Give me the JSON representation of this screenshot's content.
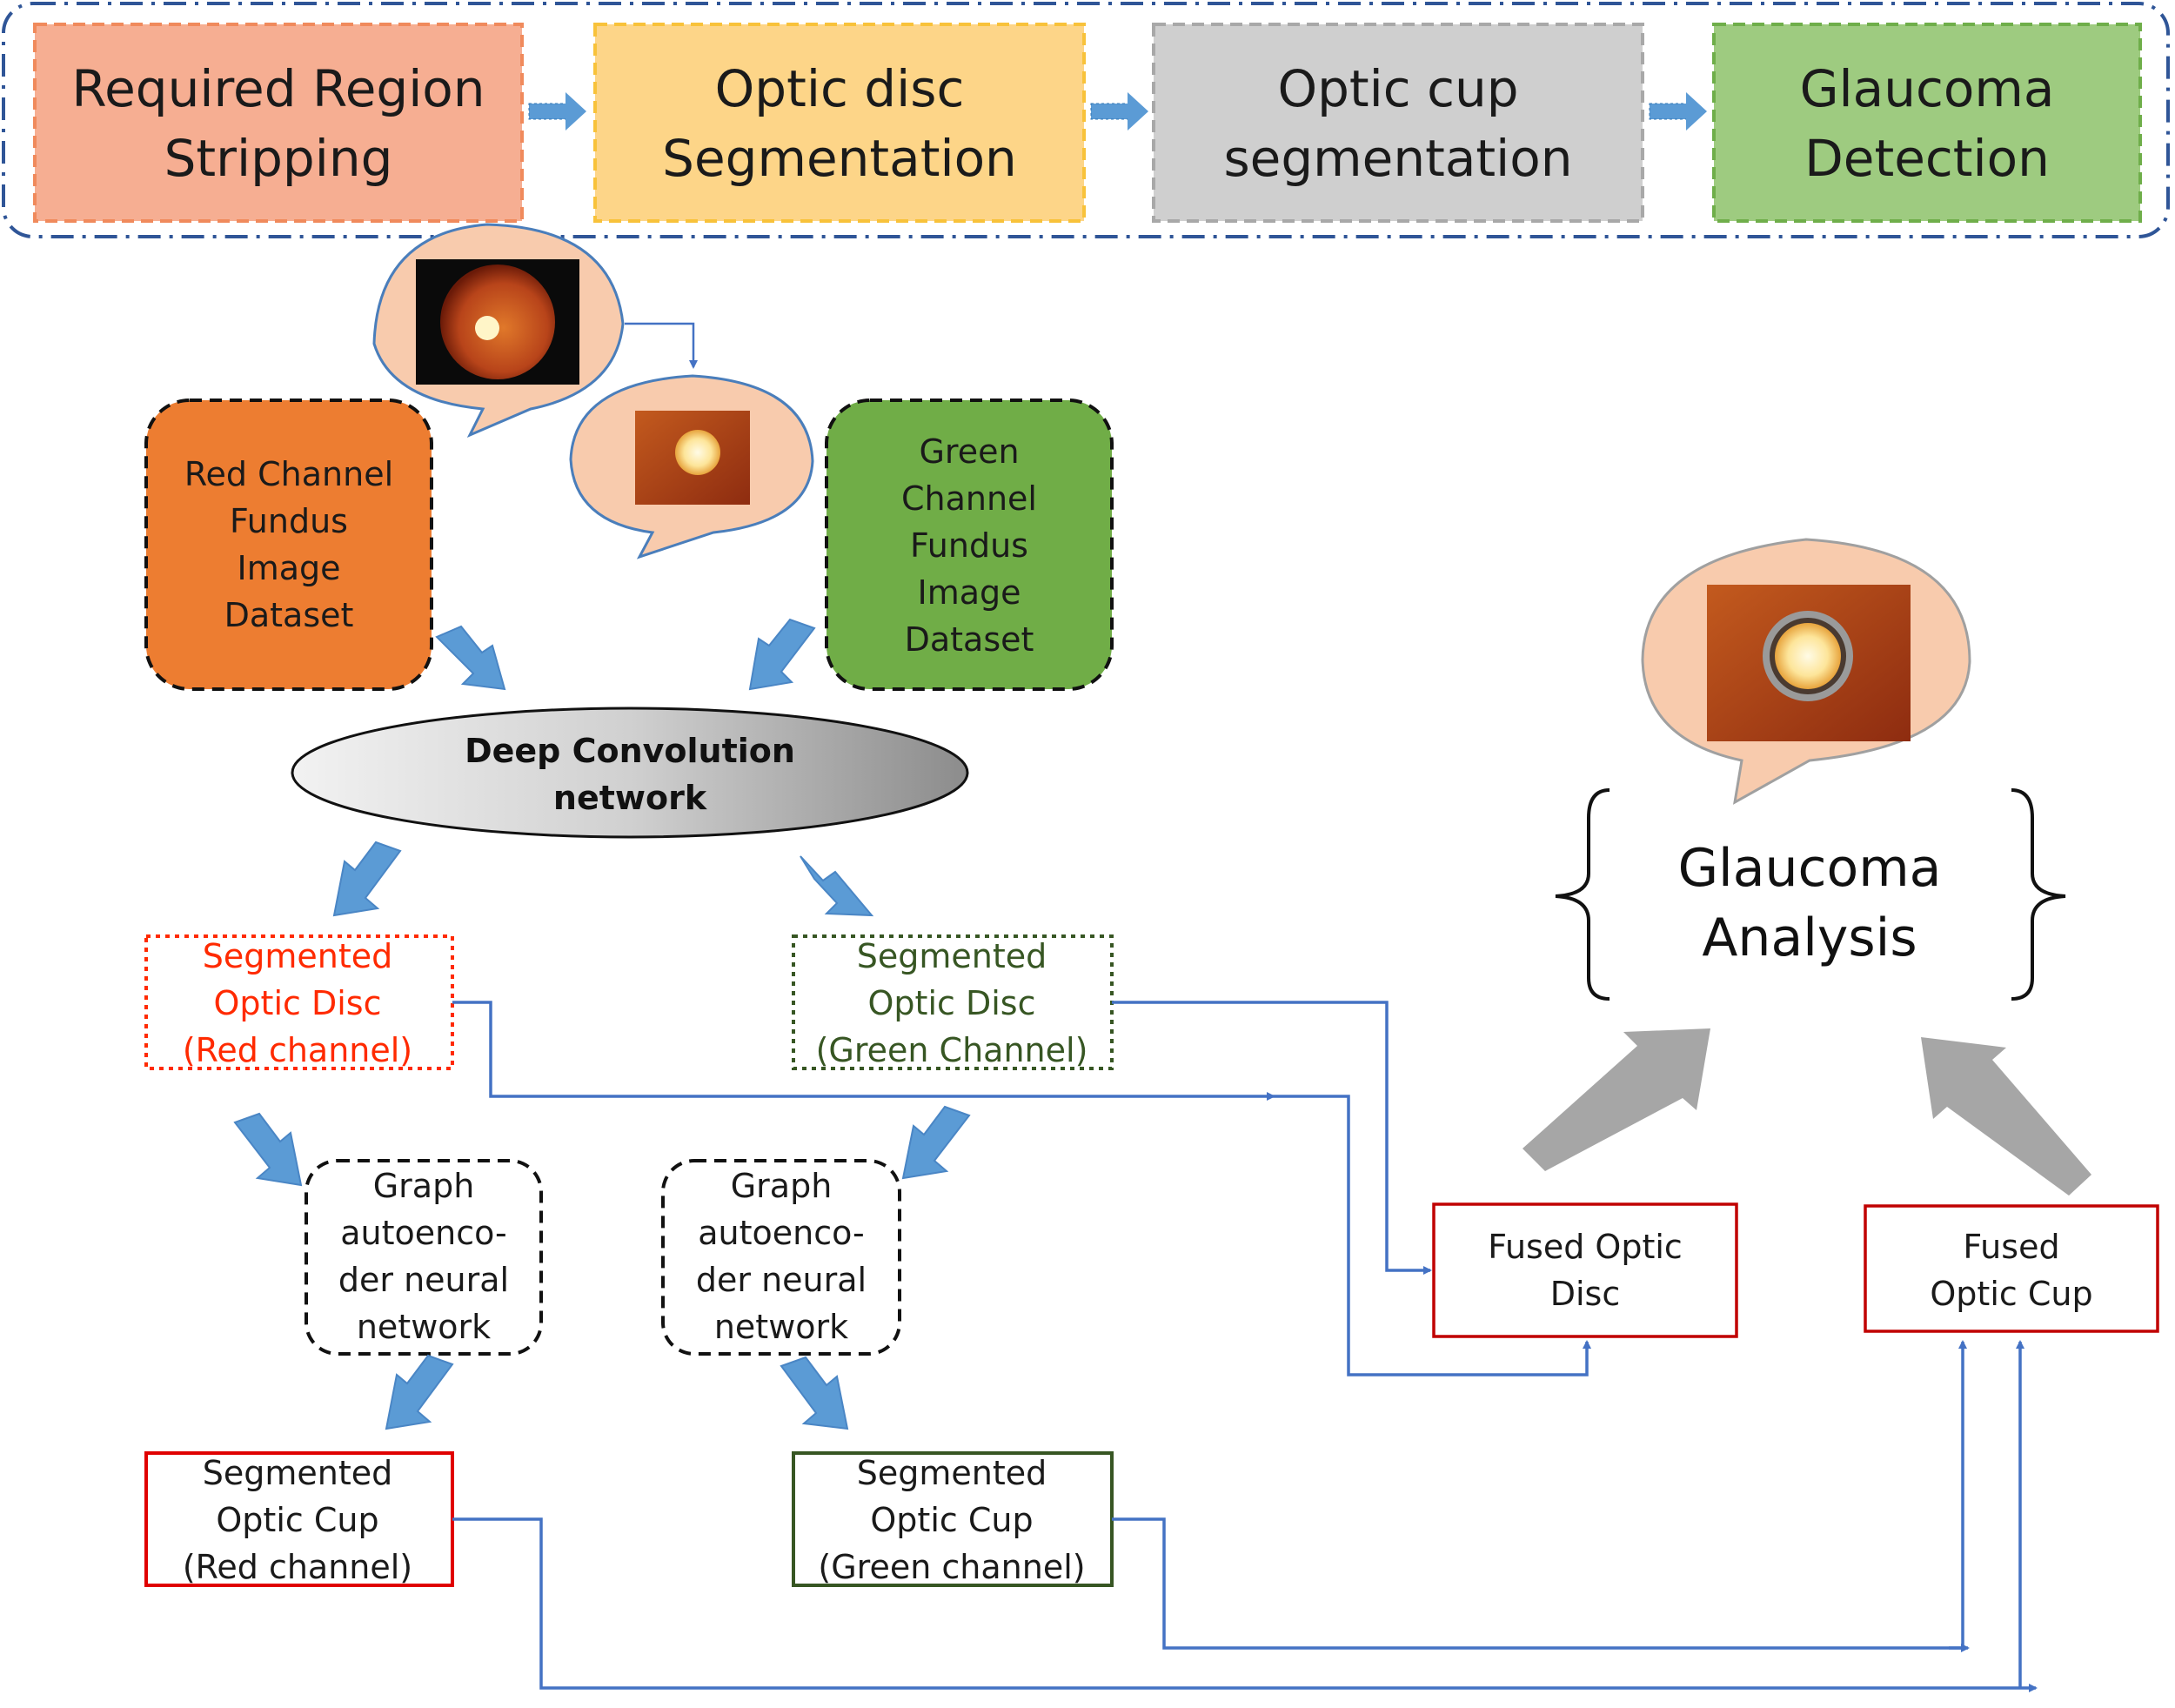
{
  "pipeline": {
    "stages": [
      {
        "lines": [
          "Required Region",
          "Stripping"
        ],
        "fill": "#f6ae92",
        "stroke": "#f08a5c"
      },
      {
        "lines": [
          "Optic disc",
          "Segmentation"
        ],
        "fill": "#fdd588",
        "stroke": "#f8c23a"
      },
      {
        "lines": [
          "Optic cup",
          "segmentation"
        ],
        "fill": "#cfcfcf",
        "stroke": "#a8a8a8"
      },
      {
        "lines": [
          "Glaucoma",
          "Detection"
        ],
        "fill": "#9ecb80",
        "stroke": "#6fae4a"
      }
    ]
  },
  "datasets": {
    "red": {
      "lines": [
        "Red Channel",
        "Fundus",
        "Image",
        "Dataset"
      ],
      "fill": "#ed7d31"
    },
    "green": {
      "lines": [
        "Green",
        "Channel",
        "Fundus",
        "Image",
        "Dataset"
      ],
      "fill": "#70ad47"
    }
  },
  "network": {
    "lines": [
      "Deep Convolution",
      "network"
    ]
  },
  "segmented_disc": {
    "red": {
      "lines": [
        "Segmented",
        "Optic Disc",
        "(Red channel)"
      ],
      "color": "#ff2a00"
    },
    "green": {
      "lines": [
        "Segmented",
        "Optic Disc",
        "(Green Channel)"
      ],
      "color": "#375623"
    }
  },
  "gae": {
    "left": {
      "lines": [
        "Graph",
        "autoenco-",
        "der neural",
        "network"
      ]
    },
    "right": {
      "lines": [
        "Graph",
        "autoenco-",
        "der neural",
        "network"
      ]
    }
  },
  "segmented_cup": {
    "red": {
      "lines": [
        "Segmented",
        "Optic Cup",
        "(Red channel)"
      ],
      "border": "#e00000"
    },
    "green": {
      "lines": [
        "Segmented",
        "Optic Cup",
        "(Green channel)"
      ],
      "border": "#375623"
    }
  },
  "fused": {
    "disc": {
      "lines": [
        "Fused Optic",
        "Disc"
      ]
    },
    "cup": {
      "lines": [
        "Fused",
        "Optic Cup"
      ]
    }
  },
  "analysis": {
    "lines": [
      "Glaucoma",
      "Analysis"
    ]
  },
  "colors": {
    "flow_arrow": "#4472c4",
    "block_arrow": "#5b9bd5",
    "grey_arrow": "#a6a6a6",
    "bubble_fill": "#f8cbad",
    "bubble_stroke": "#4a7ebb",
    "fused_border": "#c00000"
  }
}
